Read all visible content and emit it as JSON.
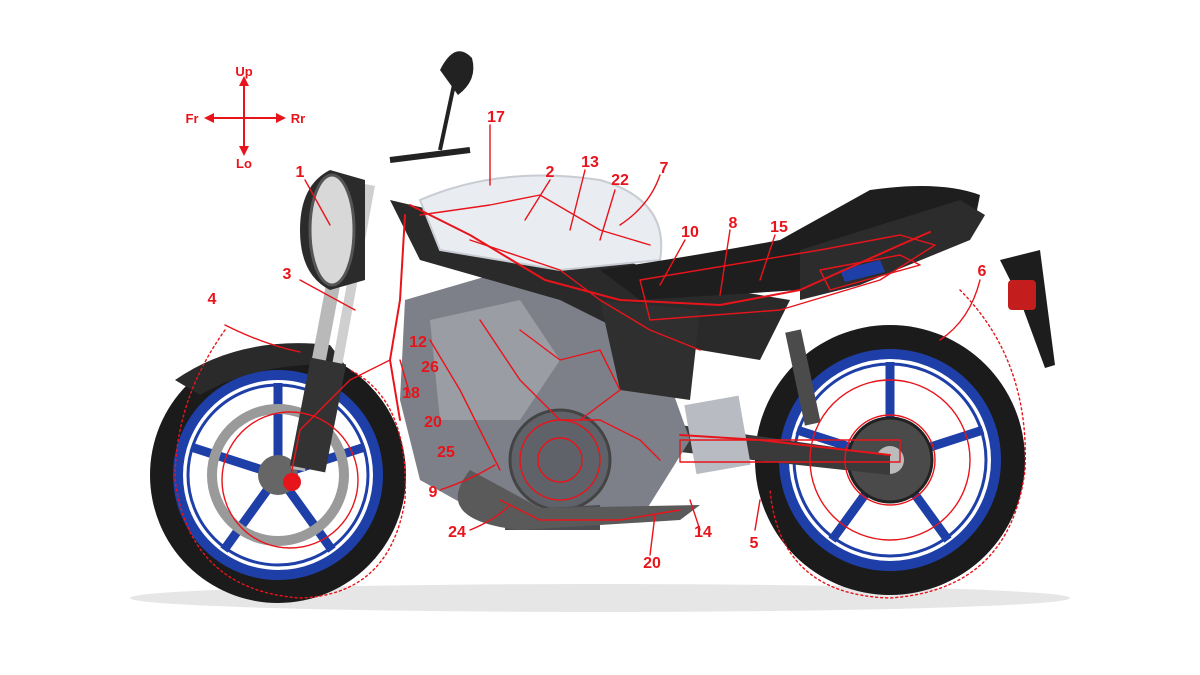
{
  "orientation": {
    "up": "Up",
    "down": "Lo",
    "front": "Fr",
    "rear": "Rr"
  },
  "callouts": [
    "1",
    "2",
    "3",
    "4",
    "5",
    "6",
    "7",
    "8",
    "9",
    "10",
    "12",
    "13",
    "14",
    "15",
    "17",
    "18",
    "20",
    "20",
    "22",
    "24",
    "25",
    "26"
  ],
  "colors": {
    "harness": "#e8141b",
    "rim": "#1f3fa8",
    "tire": "#1b1b1b",
    "frame": "#2a2a2a",
    "tank": "#e9ecf1",
    "seat": "#1e1e1e",
    "engine": "#7d8088"
  }
}
